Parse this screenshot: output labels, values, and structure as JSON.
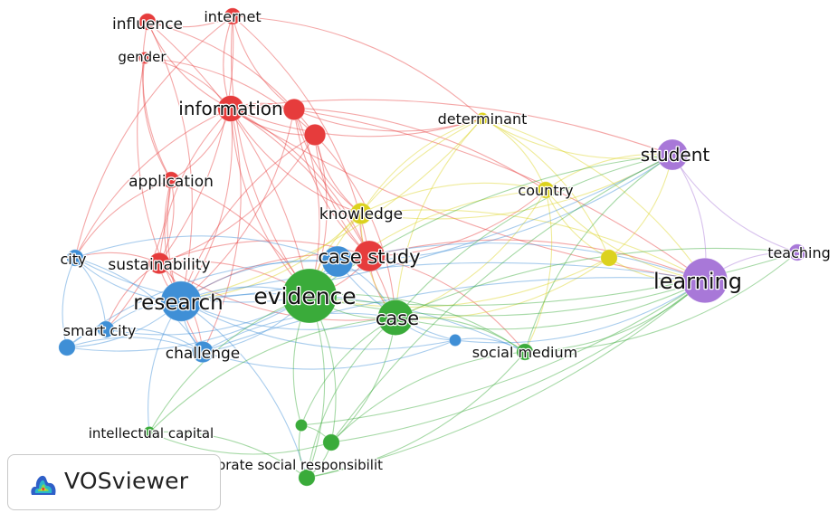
{
  "app": {
    "name": "VOSviewer"
  },
  "clusters": {
    "red": "#e63c3c",
    "blue": "#3f8fd6",
    "green": "#3aab3a",
    "yellow": "#dcd21e",
    "purple": "#a878d8"
  },
  "nodes": [
    {
      "id": "influence",
      "label": "influence",
      "cluster": "red",
      "weight": 2
    },
    {
      "id": "internet",
      "label": "internet",
      "cluster": "red",
      "weight": 2
    },
    {
      "id": "gender",
      "label": "gender",
      "cluster": "red",
      "weight": 1
    },
    {
      "id": "information",
      "label": "information",
      "cluster": "red",
      "weight": 4
    },
    {
      "id": "red_b",
      "label": "",
      "cluster": "red",
      "weight": 3
    },
    {
      "id": "red_c",
      "label": "",
      "cluster": "red",
      "weight": 3
    },
    {
      "id": "application",
      "label": "application",
      "cluster": "red",
      "weight": 2
    },
    {
      "id": "sustainability",
      "label": "sustainability",
      "cluster": "red",
      "weight": 3
    },
    {
      "id": "case study",
      "label": "case study",
      "cluster": "red",
      "weight": 5
    },
    {
      "id": "determinant",
      "label": "determinant",
      "cluster": "yellow",
      "weight": 1
    },
    {
      "id": "knowledge",
      "label": "knowledge",
      "cluster": "yellow",
      "weight": 3
    },
    {
      "id": "country",
      "label": "country",
      "cluster": "yellow",
      "weight": 2
    },
    {
      "id": "yellow_b",
      "label": "",
      "cluster": "yellow",
      "weight": 2
    },
    {
      "id": "city",
      "label": "city",
      "cluster": "blue",
      "weight": 2
    },
    {
      "id": "research",
      "label": "research",
      "cluster": "blue",
      "weight": 7
    },
    {
      "id": "smart city",
      "label": "smart city",
      "cluster": "blue",
      "weight": 2
    },
    {
      "id": "blue_a",
      "label": "",
      "cluster": "blue",
      "weight": 2
    },
    {
      "id": "challenge",
      "label": "challenge",
      "cluster": "blue",
      "weight": 3
    },
    {
      "id": "case study blue",
      "label": "",
      "cluster": "blue",
      "weight": 5
    },
    {
      "id": "blue_b",
      "label": "",
      "cluster": "blue",
      "weight": 1
    },
    {
      "id": "evidence",
      "label": "evidence",
      "cluster": "green",
      "weight": 10
    },
    {
      "id": "case",
      "label": "case",
      "cluster": "green",
      "weight": 6
    },
    {
      "id": "social medium",
      "label": "social medium",
      "cluster": "green",
      "weight": 2
    },
    {
      "id": "intellectual capital",
      "label": "intellectual capital",
      "cluster": "green",
      "weight": 1
    },
    {
      "id": "green_a",
      "label": "",
      "cluster": "green",
      "weight": 1
    },
    {
      "id": "green_b",
      "label": "",
      "cluster": "green",
      "weight": 2
    },
    {
      "id": "csr",
      "label": "corporate social responsibilit",
      "cluster": "green",
      "weight": 2
    },
    {
      "id": "student",
      "label": "student",
      "cluster": "purple",
      "weight": 5
    },
    {
      "id": "learning",
      "label": "learning",
      "cluster": "purple",
      "weight": 8
    },
    {
      "id": "teaching",
      "label": "teaching",
      "cluster": "purple",
      "weight": 2
    }
  ],
  "links": [
    [
      "influence",
      "information"
    ],
    [
      "influence",
      "research"
    ],
    [
      "influence",
      "application"
    ],
    [
      "influence",
      "evidence"
    ],
    [
      "influence",
      "internet"
    ],
    [
      "influence",
      "red_c"
    ],
    [
      "internet",
      "information"
    ],
    [
      "internet",
      "sustainability"
    ],
    [
      "internet",
      "red_b"
    ],
    [
      "internet",
      "case study"
    ],
    [
      "internet",
      "evidence"
    ],
    [
      "internet",
      "determinant"
    ],
    [
      "internet",
      "city"
    ],
    [
      "gender",
      "information"
    ],
    [
      "gender",
      "research"
    ],
    [
      "gender",
      "red_c"
    ],
    [
      "gender",
      "application"
    ],
    [
      "information",
      "red_b"
    ],
    [
      "information",
      "red_c"
    ],
    [
      "information",
      "application"
    ],
    [
      "information",
      "sustainability"
    ],
    [
      "information",
      "research"
    ],
    [
      "information",
      "evidence"
    ],
    [
      "information",
      "case study"
    ],
    [
      "information",
      "knowledge"
    ],
    [
      "information",
      "case"
    ],
    [
      "information",
      "determinant"
    ],
    [
      "information",
      "student"
    ],
    [
      "information",
      "learning"
    ],
    [
      "information",
      "country"
    ],
    [
      "information",
      "city"
    ],
    [
      "information",
      "challenge"
    ],
    [
      "red_b",
      "case study"
    ],
    [
      "red_b",
      "evidence"
    ],
    [
      "red_b",
      "knowledge"
    ],
    [
      "red_b",
      "research"
    ],
    [
      "red_b",
      "determinant"
    ],
    [
      "red_b",
      "learning"
    ],
    [
      "red_c",
      "case study"
    ],
    [
      "red_c",
      "evidence"
    ],
    [
      "red_c",
      "knowledge"
    ],
    [
      "red_c",
      "case"
    ],
    [
      "red_c",
      "research"
    ],
    [
      "red_c",
      "sustainability"
    ],
    [
      "application",
      "research"
    ],
    [
      "application",
      "sustainability"
    ],
    [
      "application",
      "city"
    ],
    [
      "application",
      "evidence"
    ],
    [
      "application",
      "challenge"
    ],
    [
      "application",
      "smart city"
    ],
    [
      "sustainability",
      "research"
    ],
    [
      "sustainability",
      "evidence"
    ],
    [
      "sustainability",
      "city"
    ],
    [
      "sustainability",
      "challenge"
    ],
    [
      "sustainability",
      "case"
    ],
    [
      "sustainability",
      "case study"
    ],
    [
      "sustainability",
      "smart city"
    ],
    [
      "case study",
      "evidence"
    ],
    [
      "case study",
      "case"
    ],
    [
      "case study",
      "knowledge"
    ],
    [
      "case study",
      "country"
    ],
    [
      "case study",
      "learning"
    ],
    [
      "case study",
      "research"
    ],
    [
      "case study",
      "social medium"
    ],
    [
      "determinant",
      "knowledge"
    ],
    [
      "determinant",
      "country"
    ],
    [
      "determinant",
      "student"
    ],
    [
      "determinant",
      "learning"
    ],
    [
      "determinant",
      "evidence"
    ],
    [
      "determinant",
      "yellow_b"
    ],
    [
      "determinant",
      "case"
    ],
    [
      "determinant",
      "research"
    ],
    [
      "knowledge",
      "evidence"
    ],
    [
      "knowledge",
      "country"
    ],
    [
      "knowledge",
      "case"
    ],
    [
      "knowledge",
      "learning"
    ],
    [
      "knowledge",
      "student"
    ],
    [
      "knowledge",
      "research"
    ],
    [
      "country",
      "evidence"
    ],
    [
      "country",
      "case"
    ],
    [
      "country",
      "learning"
    ],
    [
      "country",
      "student"
    ],
    [
      "country",
      "yellow_b"
    ],
    [
      "country",
      "social medium"
    ],
    [
      "yellow_b",
      "learning"
    ],
    [
      "yellow_b",
      "evidence"
    ],
    [
      "yellow_b",
      "student"
    ],
    [
      "yellow_b",
      "case"
    ],
    [
      "city",
      "research"
    ],
    [
      "city",
      "smart city"
    ],
    [
      "city",
      "blue_a"
    ],
    [
      "city",
      "challenge"
    ],
    [
      "city",
      "evidence"
    ],
    [
      "city",
      "case study blue"
    ],
    [
      "research",
      "smart city"
    ],
    [
      "research",
      "blue_a"
    ],
    [
      "research",
      "challenge"
    ],
    [
      "research",
      "evidence"
    ],
    [
      "research",
      "case"
    ],
    [
      "research",
      "case study blue"
    ],
    [
      "research",
      "blue_b"
    ],
    [
      "research",
      "learning"
    ],
    [
      "research",
      "student"
    ],
    [
      "research",
      "social medium"
    ],
    [
      "research",
      "intellectual capital"
    ],
    [
      "research",
      "csr"
    ],
    [
      "smart city",
      "blue_a"
    ],
    [
      "smart city",
      "challenge"
    ],
    [
      "smart city",
      "evidence"
    ],
    [
      "blue_a",
      "challenge"
    ],
    [
      "blue_a",
      "evidence"
    ],
    [
      "blue_a",
      "case study blue"
    ],
    [
      "challenge",
      "evidence"
    ],
    [
      "challenge",
      "case"
    ],
    [
      "challenge",
      "blue_b"
    ],
    [
      "challenge",
      "learning"
    ],
    [
      "case study blue",
      "evidence"
    ],
    [
      "case study blue",
      "case"
    ],
    [
      "case study blue",
      "blue_b"
    ],
    [
      "case study blue",
      "learning"
    ],
    [
      "case study blue",
      "student"
    ],
    [
      "blue_b",
      "case"
    ],
    [
      "blue_b",
      "learning"
    ],
    [
      "blue_b",
      "social medium"
    ],
    [
      "evidence",
      "case"
    ],
    [
      "evidence",
      "social medium"
    ],
    [
      "evidence",
      "learning"
    ],
    [
      "evidence",
      "student"
    ],
    [
      "evidence",
      "intellectual capital"
    ],
    [
      "evidence",
      "csr"
    ],
    [
      "evidence",
      "green_a"
    ],
    [
      "evidence",
      "green_b"
    ],
    [
      "evidence",
      "teaching"
    ],
    [
      "case",
      "social medium"
    ],
    [
      "case",
      "learning"
    ],
    [
      "case",
      "student"
    ],
    [
      "case",
      "csr"
    ],
    [
      "case",
      "green_b"
    ],
    [
      "case",
      "green_a"
    ],
    [
      "case",
      "teaching"
    ],
    [
      "social medium",
      "learning"
    ],
    [
      "social medium",
      "student"
    ],
    [
      "social medium",
      "green_b"
    ],
    [
      "social medium",
      "csr"
    ],
    [
      "social medium",
      "teaching"
    ],
    [
      "intellectual capital",
      "csr"
    ],
    [
      "intellectual capital",
      "green_b"
    ],
    [
      "intellectual capital",
      "case"
    ],
    [
      "green_a",
      "csr"
    ],
    [
      "green_a",
      "green_b"
    ],
    [
      "green_a",
      "learning"
    ],
    [
      "green_b",
      "csr"
    ],
    [
      "green_b",
      "learning"
    ],
    [
      "green_b",
      "student"
    ],
    [
      "csr",
      "learning"
    ],
    [
      "student",
      "learning"
    ],
    [
      "student",
      "teaching"
    ],
    [
      "learning",
      "teaching"
    ]
  ]
}
